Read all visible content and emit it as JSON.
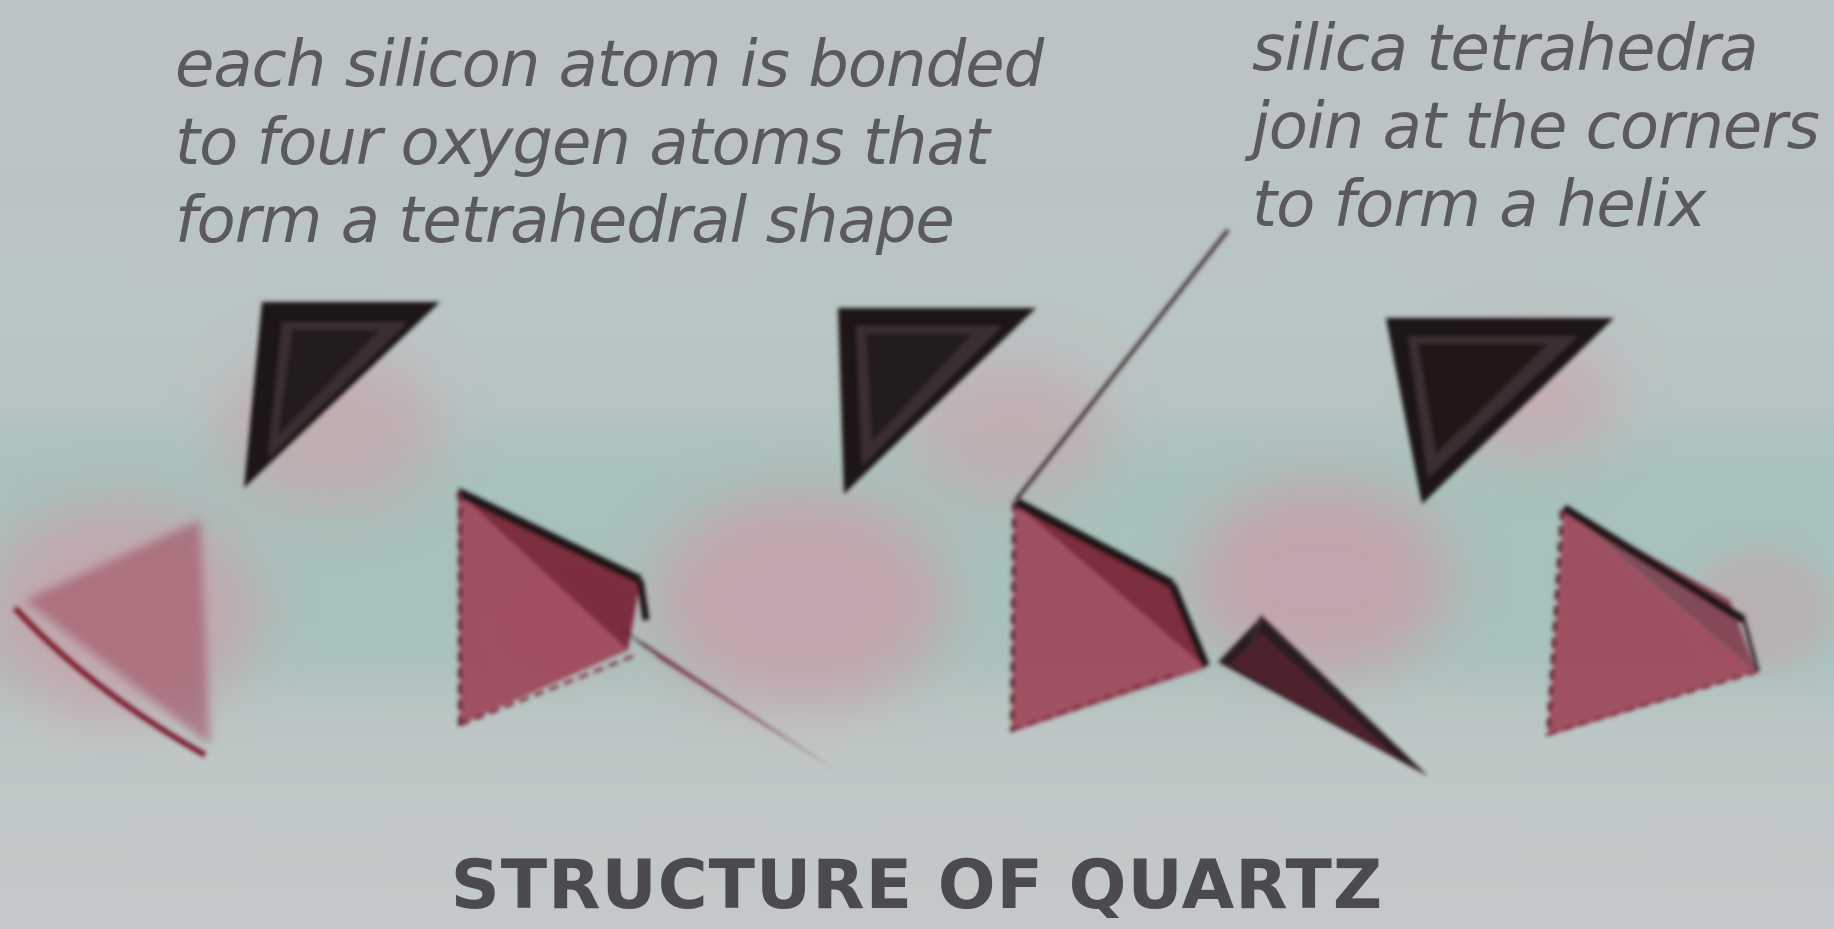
{
  "title": "STRUCTURE OF QUARTZ",
  "annotations": {
    "left": {
      "lines": [
        "each silicon atom is bonded",
        "to four oxygen atoms that",
        "form a tetrahedral shape"
      ]
    },
    "right": {
      "lines": [
        "silica tetrahedra",
        "join at the corners",
        "to form a helix"
      ]
    }
  },
  "colors": {
    "background": "#b9c2c4",
    "teal_band": "#9fbcb6",
    "pink_band": "#c39aa3",
    "tetrahedron_dark": "#1c1416",
    "tetrahedron_red": "#8a2a3c",
    "text": "#5a5a5e",
    "title_text": "#4b4b4f"
  }
}
